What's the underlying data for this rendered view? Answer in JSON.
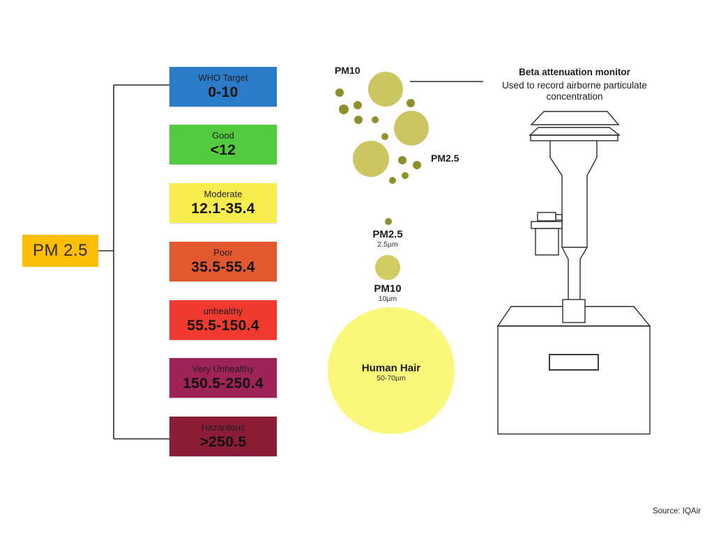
{
  "root_label": "PM 2.5",
  "categories": [
    {
      "label": "WHO Target",
      "range": "0-10",
      "color": "#2a7cc9"
    },
    {
      "label": "Good",
      "range": "<12",
      "color": "#52cb3e"
    },
    {
      "label": "Moderate",
      "range": "12.1-35.4",
      "color": "#f8ec4e"
    },
    {
      "label": "Poor",
      "range": "35.5-55.4",
      "color": "#e2582f"
    },
    {
      "label": "unhealthy",
      "range": "55.5-150.4",
      "color": "#ef3a30"
    },
    {
      "label": "Very Unhealthy",
      "range": "150.5-250.4",
      "color": "#9e2356"
    },
    {
      "label": "Hazardous",
      "range": ">250.5",
      "color": "#8a1c35"
    }
  ],
  "particle_cluster": {
    "pm10_label": "PM10",
    "pm25_label": "PM2.5"
  },
  "size_comparison": [
    {
      "name": "PM2.5",
      "size": "2.5µm"
    },
    {
      "name": "PM10",
      "size": "10µm"
    },
    {
      "name": "Human Hair",
      "size": "50-70µm"
    }
  ],
  "monitor": {
    "title": "Beta attenuation monitor",
    "description_line1": "Used to record airborne particulate",
    "description_line2": "concentration"
  },
  "source": "Source: IQAir",
  "palette": {
    "root_box": "#fcbe05",
    "particle_small": "#8f8f2b",
    "particle_large": "#cbc661",
    "pm10_circle": "#d2cb62",
    "human_hair_circle": "#faf87b",
    "line": "#2b2b2b"
  }
}
